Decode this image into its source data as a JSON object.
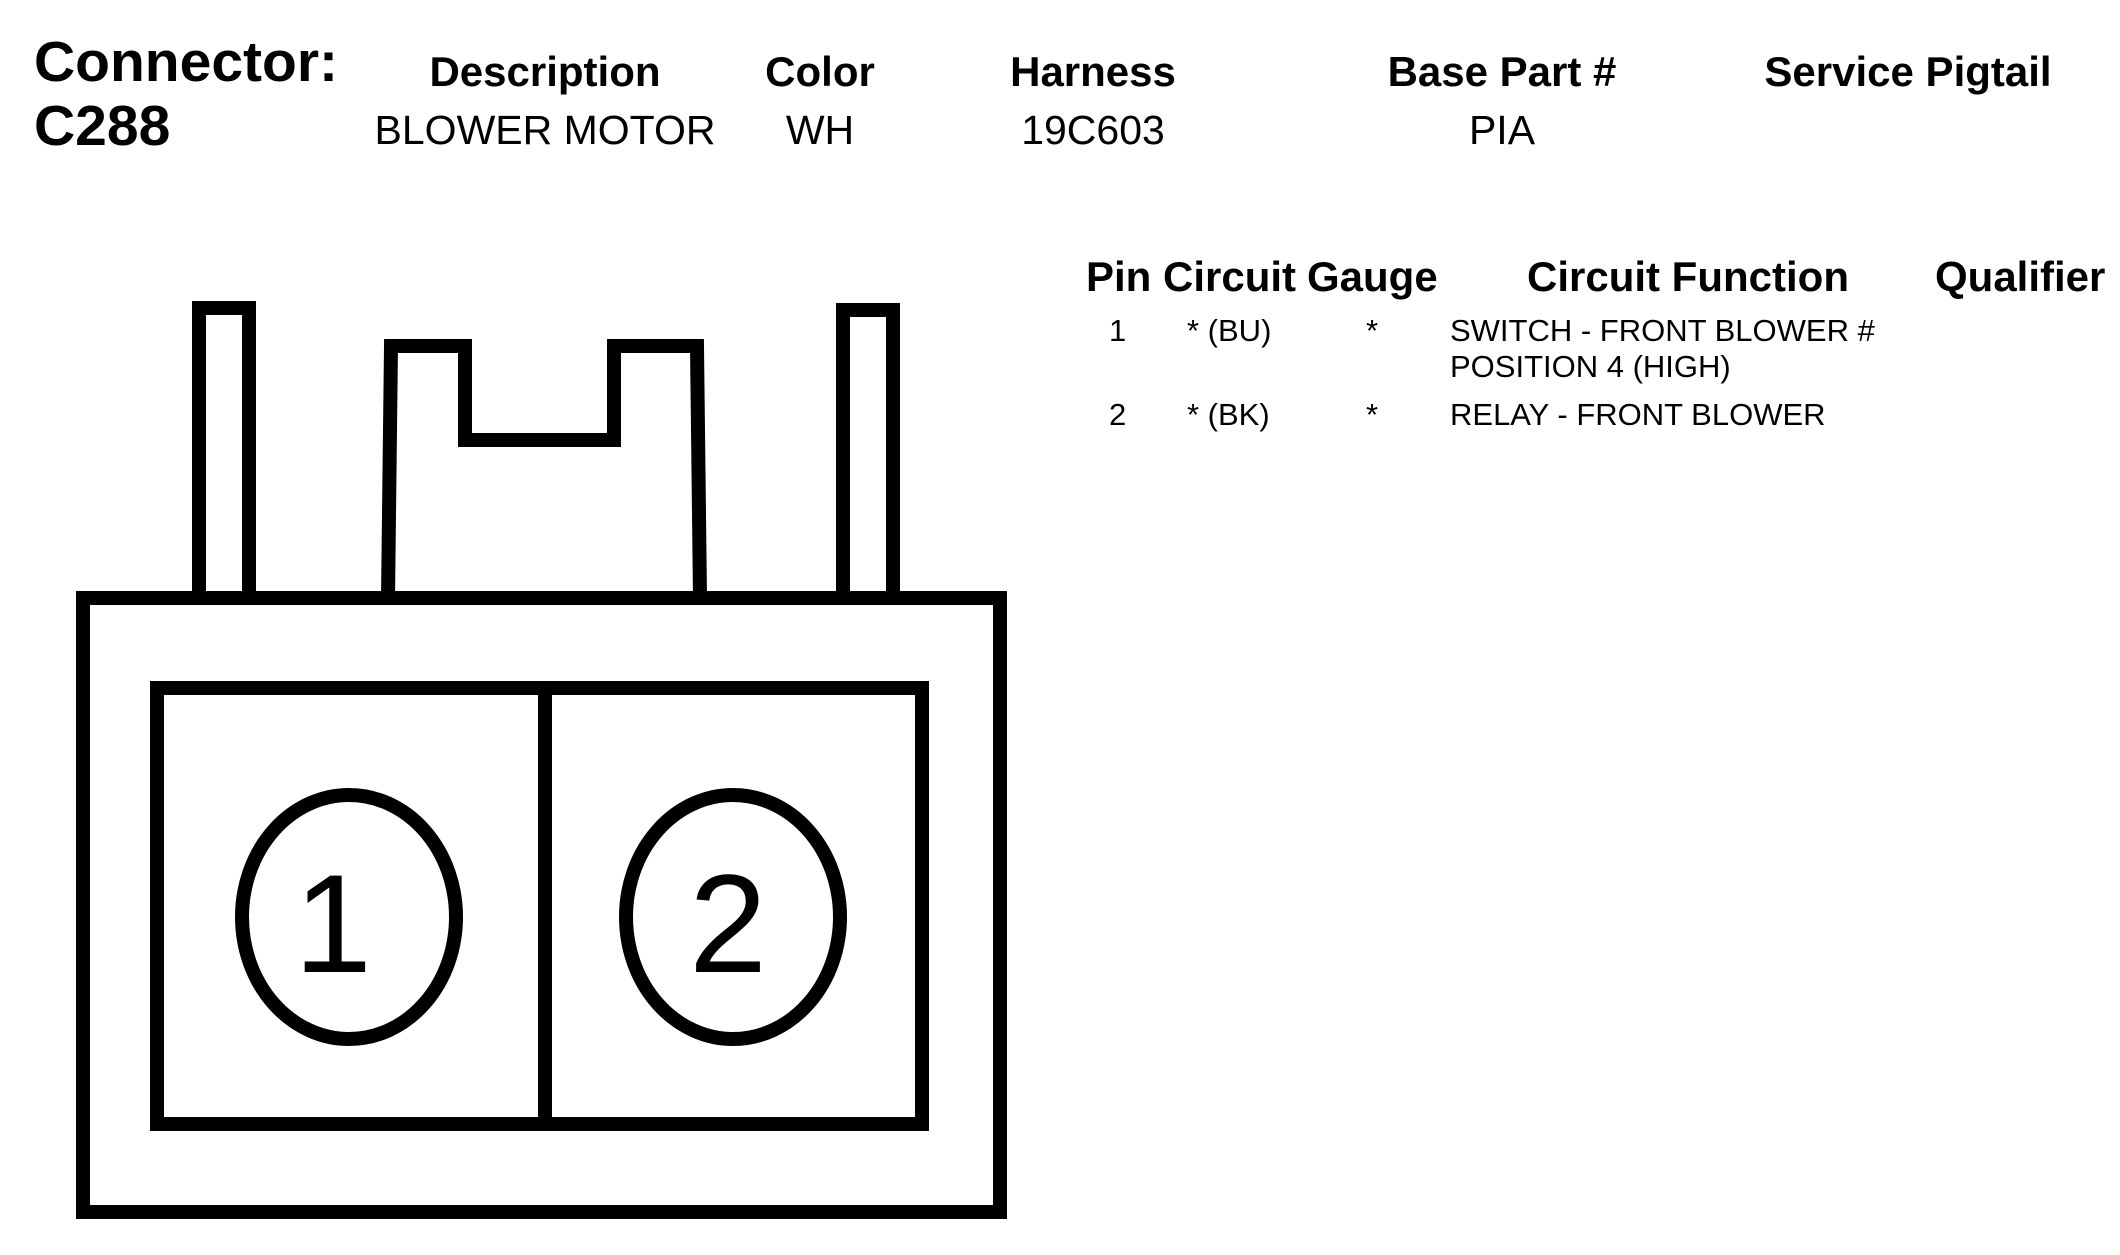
{
  "connector": {
    "label": "Connector:",
    "id": "C288"
  },
  "columns": {
    "description": "Description",
    "color": "Color",
    "harness": "Harness",
    "base_part": "Base Part #",
    "service_pigtail": "Service Pigtail"
  },
  "info": {
    "description": "BLOWER MOTOR",
    "color": "WH",
    "harness": "19C603",
    "base_part": "PIA",
    "service_pigtail": ""
  },
  "pin_table": {
    "headers": {
      "pin": "Pin",
      "circuit": "Circuit",
      "gauge": "Gauge",
      "circuit_function": "Circuit Function",
      "qualifier": "Qualifier"
    },
    "rows": [
      {
        "pin": "1",
        "circuit": "* (BU)",
        "gauge": "*",
        "function_line1": "SWITCH - FRONT BLOWER #",
        "function_line2": "POSITION 4 (HIGH)",
        "qualifier": ""
      },
      {
        "pin": "2",
        "circuit": "* (BK)",
        "gauge": "*",
        "function_line1": "RELAY - FRONT BLOWER",
        "function_line2": "",
        "qualifier": ""
      }
    ]
  },
  "diagram": {
    "cavity_labels": [
      "1",
      "2"
    ],
    "stroke_color": "#000000",
    "fill_color": "#ffffff"
  }
}
